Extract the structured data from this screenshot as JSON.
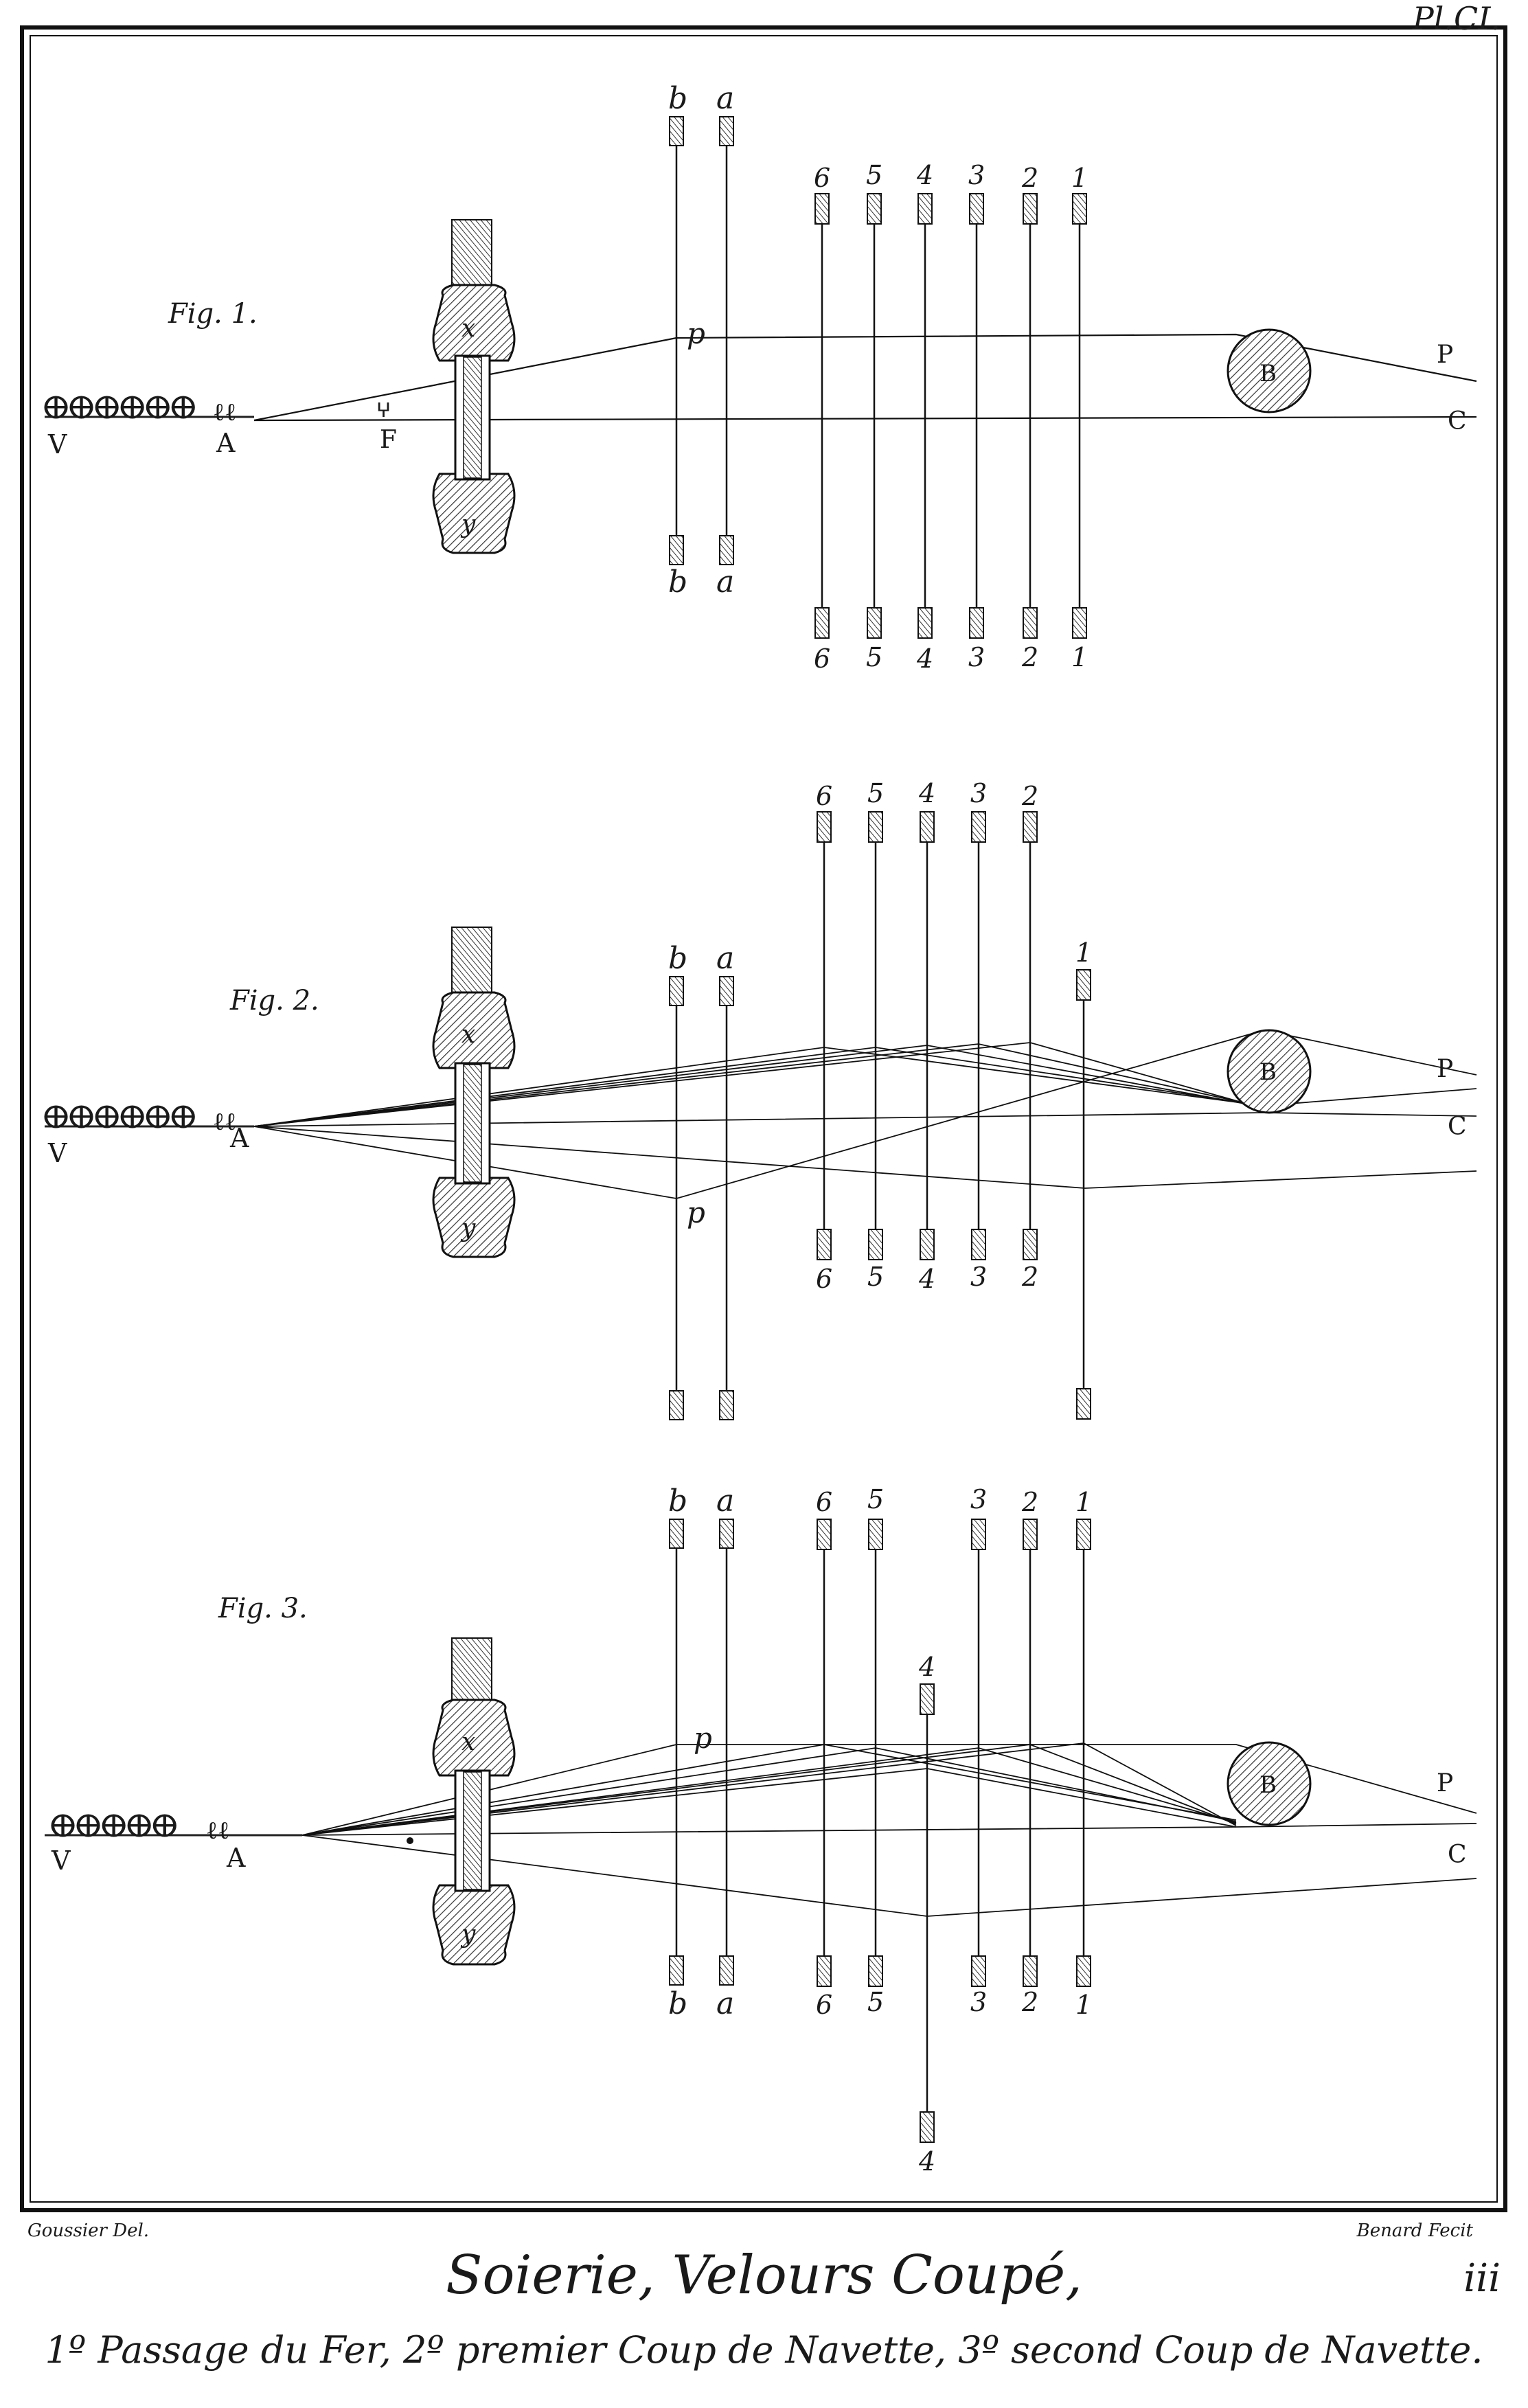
{
  "plate": {
    "number": "Pl.CI.",
    "draftsman": "Goussier Del.",
    "engraver": "Benard Fecit",
    "title": "Soierie, Velours Coupé,",
    "page_number": "iii",
    "subtitle": "1º Passage du Fer, 2º premier Coup de Navette, 3º second Coup de Navette."
  },
  "figures": [
    {
      "label": "Fig. 1.",
      "points": {
        "V": "V",
        "A": "A",
        "F": "F",
        "p": "p",
        "B": "B",
        "P": "P",
        "C": "C",
        "x": "x",
        "y": "y"
      },
      "frames": {
        "top": [
          "b",
          "a"
        ],
        "bottom": [
          "b",
          "a"
        ]
      },
      "lisses": {
        "top": [
          "6",
          "5",
          "4",
          "3",
          "2",
          "1"
        ],
        "bottom": [
          "6",
          "5",
          "4",
          "3",
          "2",
          "1"
        ]
      }
    },
    {
      "label": "Fig. 2.",
      "points": {
        "V": "V",
        "A": "A",
        "p": "p",
        "B": "B",
        "P": "P",
        "C": "C",
        "x": "x",
        "y": "y"
      },
      "frames": {
        "top": [
          "b",
          "a"
        ]
      },
      "lisses": {
        "top": [
          "6",
          "5",
          "4",
          "3",
          "2",
          "1"
        ],
        "bottom": [
          "6",
          "5",
          "4",
          "3",
          "2"
        ]
      }
    },
    {
      "label": "Fig. 3.",
      "points": {
        "V": "V",
        "A": "A",
        "p": "p",
        "B": "B",
        "P": "P",
        "C": "C",
        "x": "x",
        "y": "y"
      },
      "frames": {
        "top": [
          "b",
          "a"
        ],
        "bottom": [
          "b",
          "a"
        ]
      },
      "lisses": {
        "top": [
          "6",
          "5",
          "4",
          "3",
          "2",
          "1"
        ],
        "bottom": [
          "6",
          "5",
          "3",
          "2",
          "1",
          "4"
        ]
      }
    }
  ]
}
